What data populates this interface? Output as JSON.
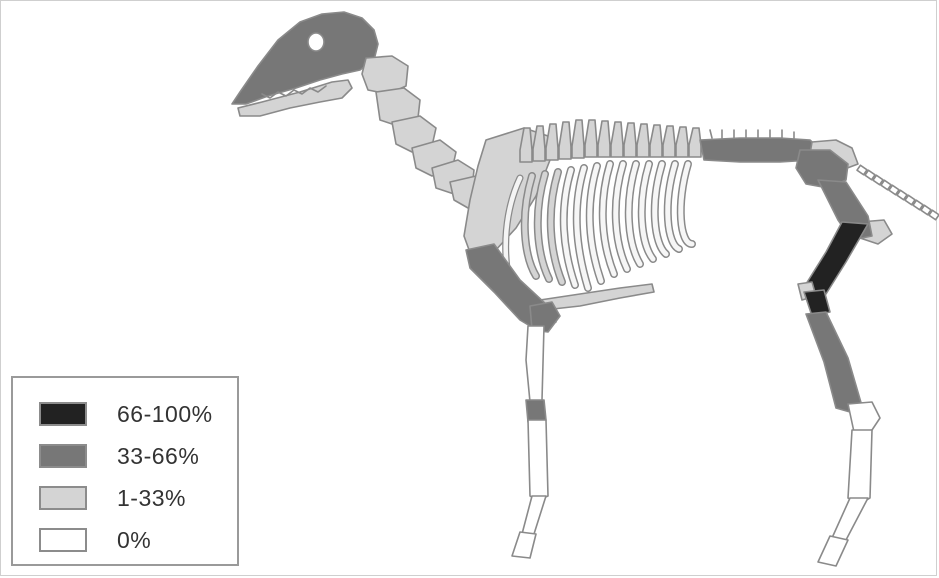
{
  "colors": {
    "level_66_100": "#222222",
    "level_33_66": "#777777",
    "level_1_33": "#d4d4d4",
    "level_0": "#ffffff",
    "outline": "#8a8a8a"
  },
  "legend": {
    "items": [
      {
        "label": "66-100%",
        "color": "#222222"
      },
      {
        "label": "33-66%",
        "color": "#777777"
      },
      {
        "label": "1-33%",
        "color": "#d4d4d4"
      },
      {
        "label": "0%",
        "color": "#ffffff"
      }
    ]
  }
}
